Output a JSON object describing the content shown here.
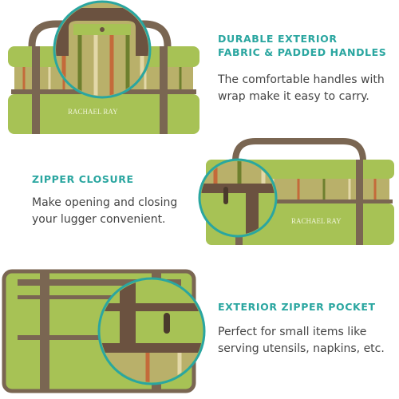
{
  "brand": "RACHAEL RAY",
  "features": [
    {
      "title_line1": "DURABLE EXTERIOR",
      "title_line2": "FABRIC & PADDED HANDLES",
      "body_line1": "The comfortable handles with",
      "body_line2": "wrap make it easy to carry."
    },
    {
      "title_line1": "ZIPPER CLOSURE",
      "body_line1": "Make opening and closing",
      "body_line2": "your lugger convenient."
    },
    {
      "title_line1": "EXTERIOR ZIPPER POCKET",
      "body_line1": "Perfect for small items like",
      "body_line2": "serving utensils, napkins, etc."
    }
  ],
  "colors": {
    "accent": "#2aa6a0",
    "fabric": "#a7c255",
    "trim": "#7a6652",
    "stripe_red": "#c46a3a"
  }
}
